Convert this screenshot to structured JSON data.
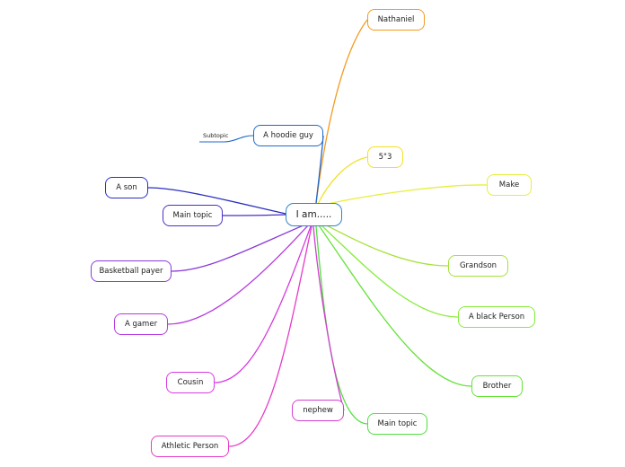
{
  "mindmap": {
    "central": {
      "label": "I am.....",
      "color": "#2f86c8"
    },
    "topics": [
      {
        "id": "nathaniel",
        "label": "Nathaniel",
        "color": "#f39a21"
      },
      {
        "id": "height",
        "label": "5\"3",
        "color": "#f2e12a"
      },
      {
        "id": "make",
        "label": "Make",
        "color": "#e6ef3a"
      },
      {
        "id": "grandson",
        "label": "Grandson",
        "color": "#a6e23a"
      },
      {
        "id": "black-person",
        "label": "A black Person",
        "color": "#86ec3a"
      },
      {
        "id": "brother",
        "label": "Brother",
        "color": "#66e23a"
      },
      {
        "id": "main-topic-2",
        "label": "Main topic",
        "color": "#4fe03e"
      },
      {
        "id": "nephew",
        "label": "nephew",
        "color": "#d23fd0"
      },
      {
        "id": "athletic",
        "label": "Athletic Person",
        "color": "#e63ac8"
      },
      {
        "id": "cousin",
        "label": "Cousin",
        "color": "#d63ae0"
      },
      {
        "id": "gamer",
        "label": "A gamer",
        "color": "#b63ae0"
      },
      {
        "id": "basketball",
        "label": "Basketball payer",
        "color": "#8a3ad8"
      },
      {
        "id": "main-topic-1",
        "label": "Main topic",
        "color": "#4a2fc8"
      },
      {
        "id": "son",
        "label": "A son",
        "color": "#2a2fc0"
      },
      {
        "id": "hoodie",
        "label": "A hoodie guy",
        "color": "#2068cc"
      }
    ],
    "subtopic": {
      "label": "Subtopic",
      "color": "#2068cc"
    }
  }
}
